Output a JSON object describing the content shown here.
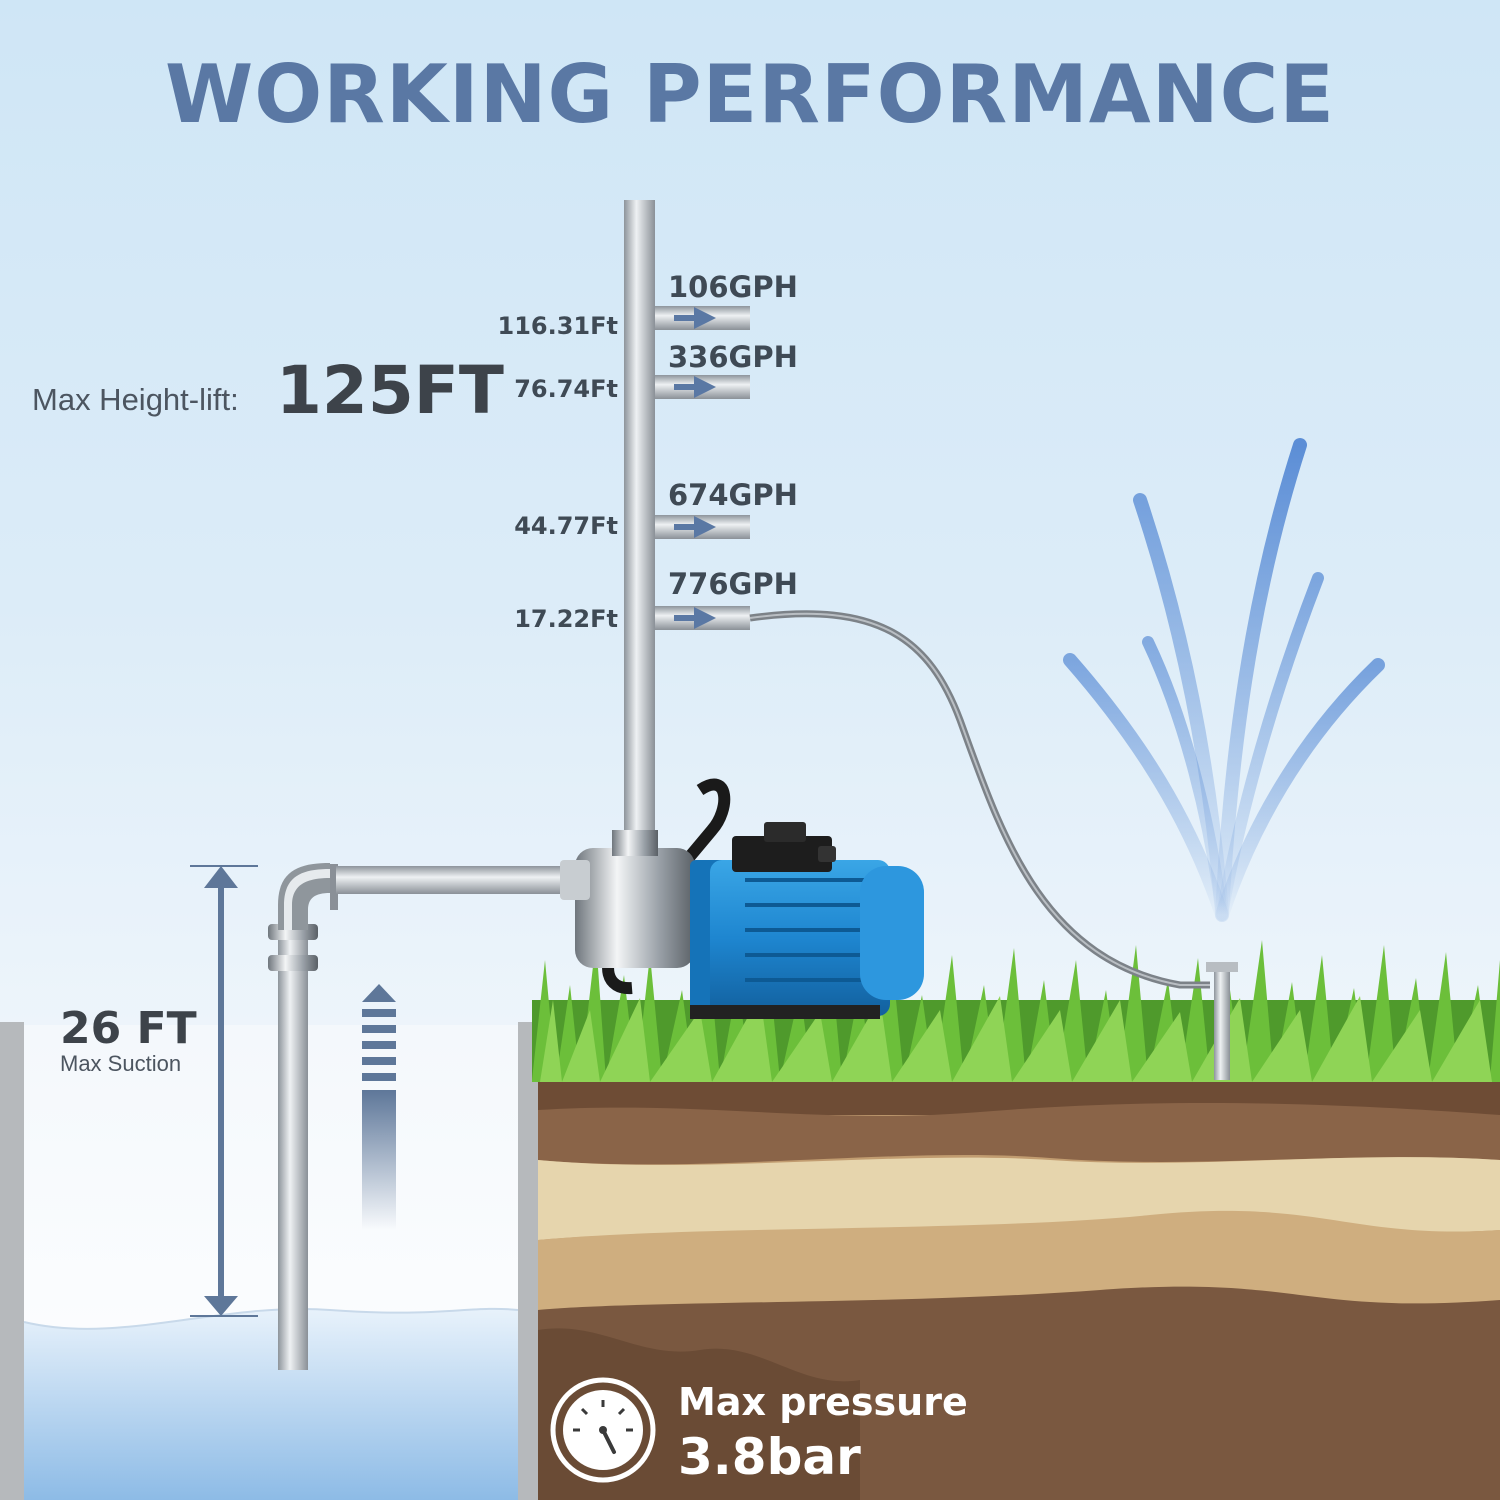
{
  "title": "WORKING PERFORMANCE",
  "max_height_lift": {
    "label": "Max Height-lift:",
    "value": "125FT"
  },
  "outlets": [
    {
      "flow": "106GPH",
      "height": "116.31Ft"
    },
    {
      "flow": "336GPH",
      "height": "76.74Ft"
    },
    {
      "flow": "674GPH",
      "height": "44.77Ft"
    },
    {
      "flow": "776GPH",
      "height": "17.22Ft"
    }
  ],
  "max_suction": {
    "value": "26 FT",
    "label": "Max Suction"
  },
  "max_pressure": {
    "label": "Max pressure",
    "value": "3.8bar"
  },
  "icons": [
    "pressure-gauge-icon",
    "flow-arrow-icon",
    "suction-arrow-icon",
    "water-sprinkler-icon"
  ],
  "colors": {
    "title": "#5a78a4",
    "pump_blue": "#1e86d0",
    "water": "#a9cdee",
    "grass": "#4f9a2c",
    "soil": "#7a5840"
  }
}
